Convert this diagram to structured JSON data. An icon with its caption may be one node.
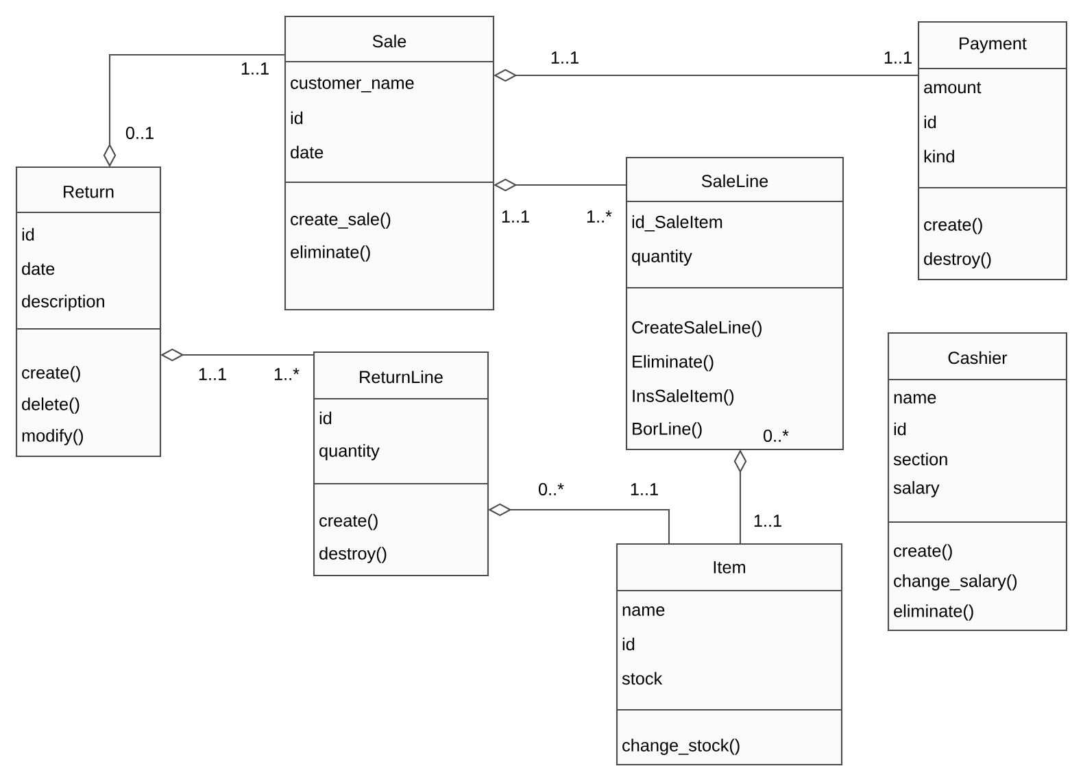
{
  "diagram": {
    "nodes": [
      {
        "text": [
          "Sale",
          "customer_name",
          "id",
          "date",
          "create_sale()",
          "eliminate()"
        ]
      },
      {
        "text": [
          "Payment",
          "amount",
          "id",
          "kind",
          "create()",
          "destroy()"
        ]
      },
      {
        "text": [
          "SaleLine",
          "id_SaleItem",
          "quantity",
          "CreateSaleLine()",
          "Eliminate()",
          "InsSaleItem()",
          "BorLine()"
        ]
      },
      {
        "text": [
          "Return",
          "id",
          "date",
          "description",
          "create()",
          "delete()",
          "modify()"
        ]
      },
      {
        "text": [
          "ReturnLine",
          "id",
          "quantity",
          "create()",
          "destroy()"
        ]
      },
      {
        "text": [
          "Cashier",
          "name",
          "id",
          "section",
          "salary",
          "create()",
          "change_salary()",
          "eliminate()"
        ]
      },
      {
        "text": [
          "Item",
          "name",
          "id",
          "stock",
          "change_stock()"
        ]
      }
    ],
    "edges": [
      {
        "from": 3,
        "to": 0,
        "arrow": "other"
      },
      {
        "from": 0,
        "to": 1,
        "arrow": "other"
      },
      {
        "from": 0,
        "to": 2,
        "arrow": "other"
      },
      {
        "from": 3,
        "to": 4,
        "arrow": "other"
      },
      {
        "from": 4,
        "to": 6,
        "arrow": "other"
      },
      {
        "from": 2,
        "to": 6,
        "arrow": "other"
      }
    ],
    "labels": [
      "1..1",
      "1..1",
      "1..1",
      "0..1",
      "1..1",
      "1..*",
      "1..1",
      "1..*",
      "0..*",
      "0..*",
      "1..1",
      "1..1"
    ]
  }
}
